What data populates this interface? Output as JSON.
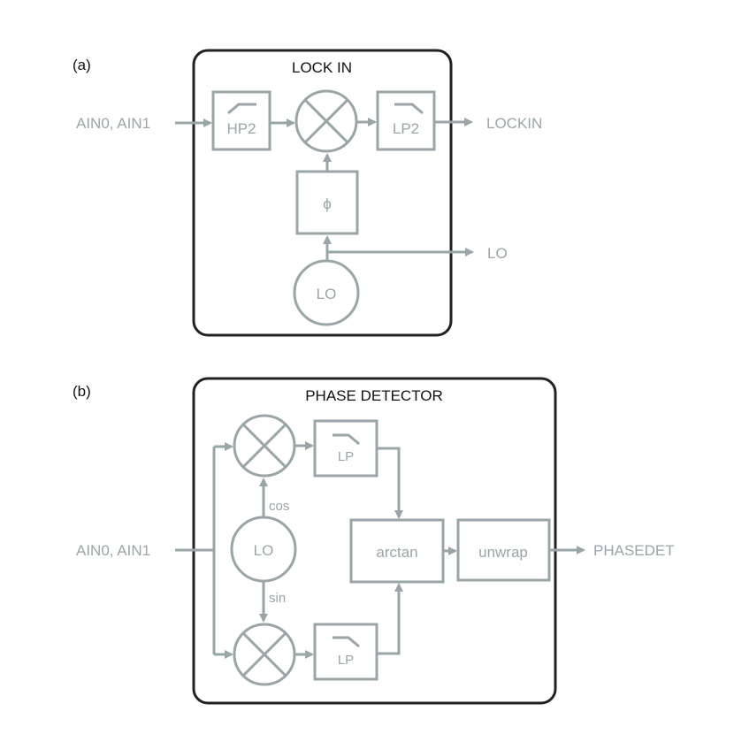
{
  "panel_a": {
    "tag": "(a)",
    "title": "LOCK IN",
    "input_label": "AIN0, AIN1",
    "highpass_label": "HP2",
    "lowpass_label": "LP2",
    "phase_label": "ϕ",
    "oscillator_label": "LO",
    "output_label": "LOCKIN",
    "lo_output_label": "LO"
  },
  "panel_b": {
    "tag": "(b)",
    "title": "PHASE DETECTOR",
    "input_label": "AIN0, AIN1",
    "oscillator_label": "LO",
    "cos_label": "cos",
    "sin_label": "sin",
    "lowpass_top_label": "LP",
    "lowpass_bottom_label": "LP",
    "arctan_label": "arctan",
    "unwrap_label": "unwrap",
    "output_label": "PHASEDET"
  },
  "colors": {
    "signal": "#9aa5a8",
    "frame": "#222222",
    "title": "#111111"
  }
}
